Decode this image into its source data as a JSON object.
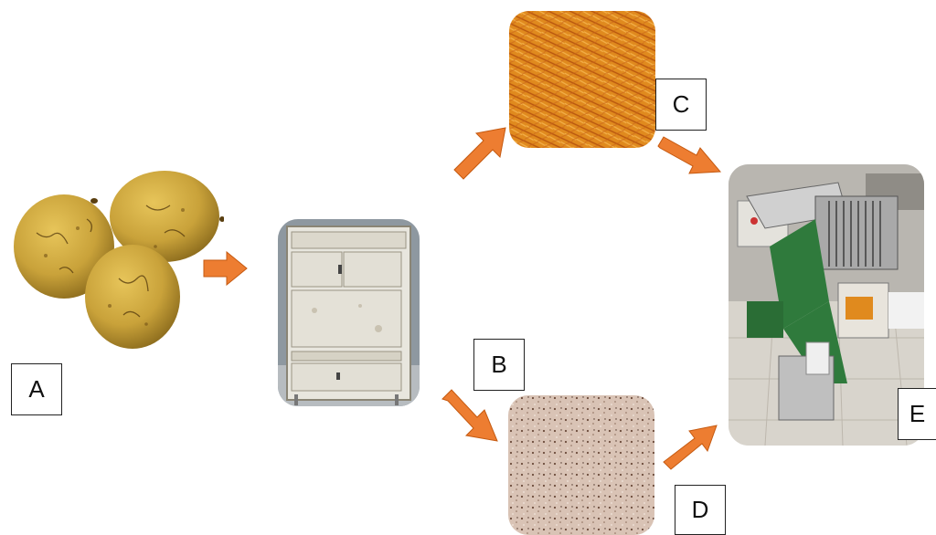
{
  "labels": {
    "a": "A",
    "b": "B",
    "c": "C",
    "d": "D",
    "e": "E"
  },
  "colors": {
    "arrow": "#ED7D31",
    "arrow_stroke": "#C55A11",
    "fruit": "#C9A23A",
    "orange_fiber": "#E08A1E",
    "powder": "#D9C3B5",
    "cabinet": "#E8E6DE",
    "machine_green": "#2F7A3C"
  },
  "icons": {
    "fruit": "fruit-illustration",
    "cabinet": "drying-cabinet-illustration",
    "fiber": "orange-fiber-illustration",
    "powder": "powder-illustration",
    "machine": "machine-illustration"
  }
}
